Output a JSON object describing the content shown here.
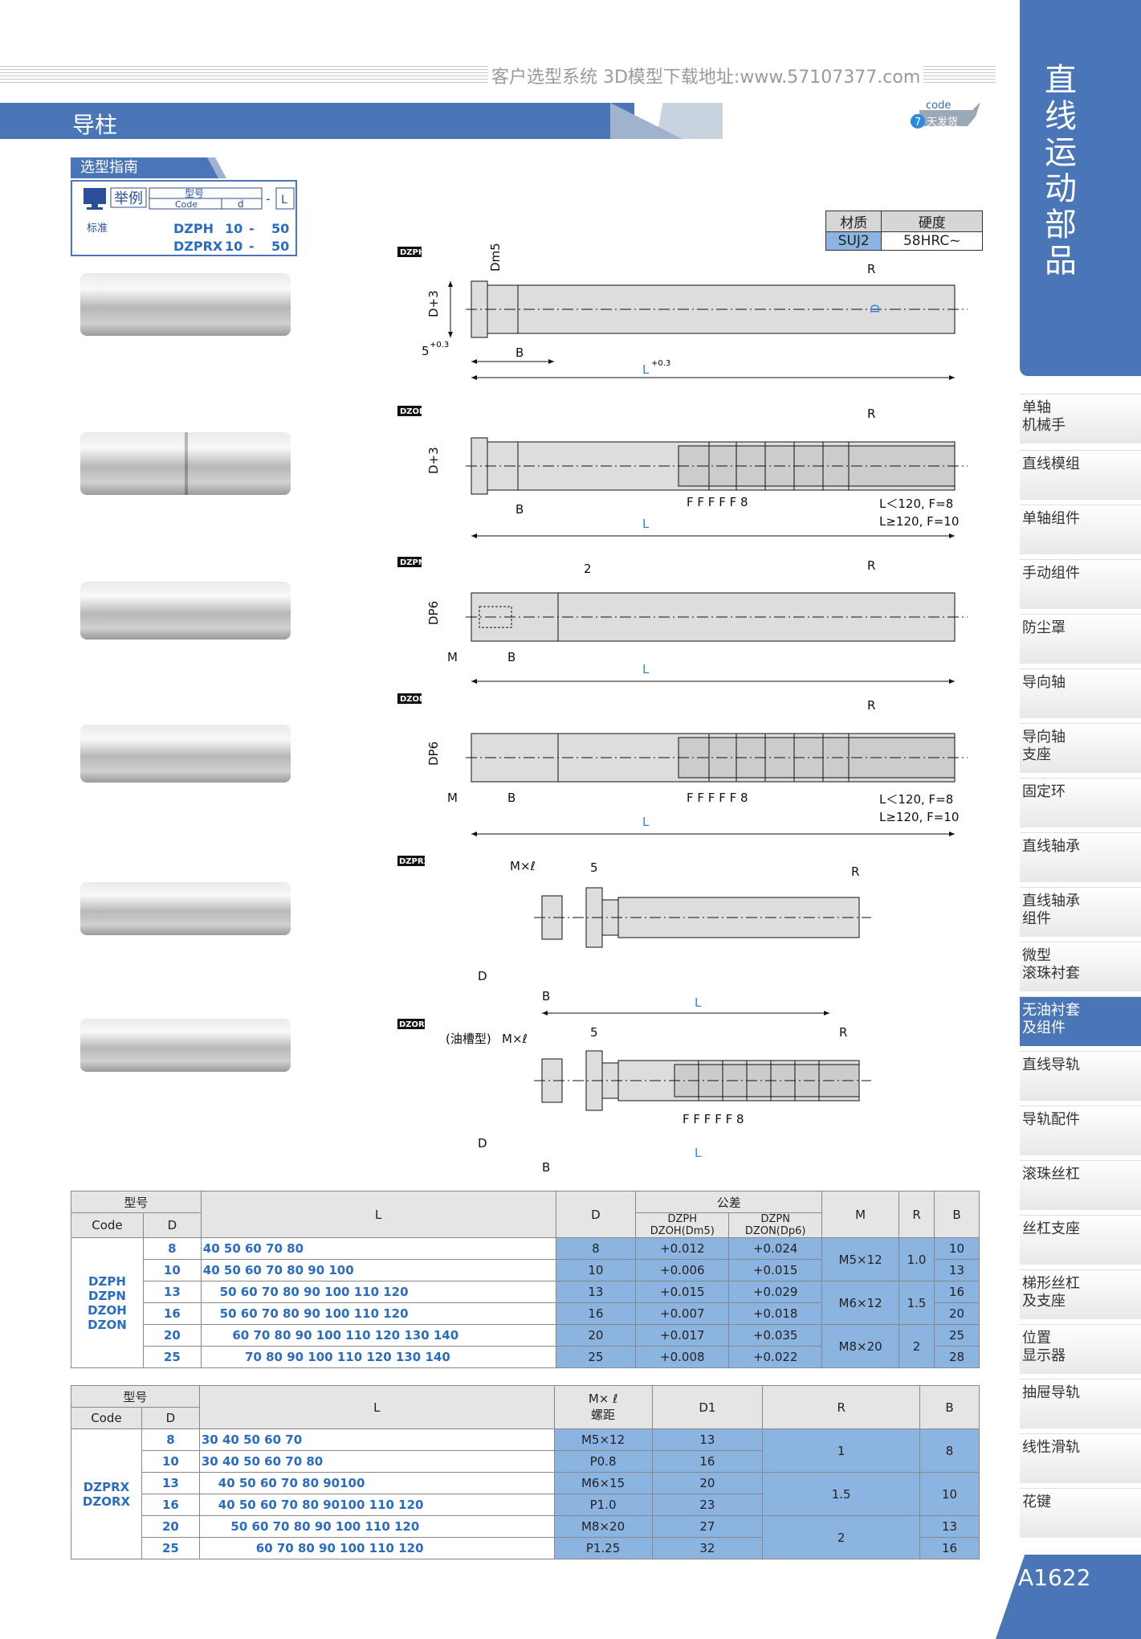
{
  "header_text": "客户选型系统  3D模型下载地址:www.57107377.com",
  "title": "导柱",
  "badge": {
    "code": "code",
    "days": "7",
    "text": "天发货"
  },
  "sidebar": {
    "title": "直线运动部品",
    "items": [
      {
        "label": "单轴\n机械手"
      },
      {
        "label": "直线模组"
      },
      {
        "label": "单轴组件"
      },
      {
        "label": "手动组件"
      },
      {
        "label": "防尘罩"
      },
      {
        "label": "导向轴"
      },
      {
        "label": "导向轴\n支座"
      },
      {
        "label": "固定环"
      },
      {
        "label": "直线轴承"
      },
      {
        "label": "直线轴承\n组件"
      },
      {
        "label": "微型\n滚珠衬套"
      },
      {
        "label": "无油衬套\n及组件"
      },
      {
        "label": "直线导轨"
      },
      {
        "label": "导轨配件"
      },
      {
        "label": "滚珠丝杠"
      },
      {
        "label": "丝杠支座"
      },
      {
        "label": "梯形丝杠\n及支座"
      },
      {
        "label": "位置\n显示器"
      },
      {
        "label": "抽屉导轨"
      },
      {
        "label": "线性滑轨"
      },
      {
        "label": "花键"
      }
    ],
    "active_index": 11
  },
  "page_number": "A1622",
  "guide": {
    "header": "选型指南",
    "example_label": "举例",
    "type_label": "型号",
    "code_label": "Code",
    "d_label": "d",
    "dash": "-",
    "l_label": "L",
    "std_label": "标准",
    "rows": [
      {
        "code": "DZPH",
        "d": "10",
        "dash": "-",
        "l": "50"
      },
      {
        "code": "DZPRX",
        "d": "10",
        "dash": "-",
        "l": "50"
      }
    ]
  },
  "material": {
    "headers": [
      "材质",
      "硬度"
    ],
    "values": [
      "SUJ2",
      "58HRC~"
    ]
  },
  "diagrams": {
    "labels": [
      "DZPH",
      "DZOH",
      "DZPN",
      "DZON",
      "DZPRX",
      "DZORX"
    ],
    "f_note_1": "L＜120, F=8",
    "f_note_2": "L≥120, F=10",
    "oil_groove": "(油槽型)"
  },
  "table1": {
    "h_type": "型号",
    "h_code": "Code",
    "h_d": "D",
    "h_l": "L",
    "h_dcol": "D",
    "h_tol": "公差",
    "h_tol1": "DZPH DZOH(Dm5)",
    "h_tol2": "DZPN DZON(Dp6)",
    "h_m": "M",
    "h_r": "R",
    "h_b": "B",
    "codes": "DZPH\nDZPN\nDZOH\nDZON",
    "rows": [
      {
        "d": "8",
        "l": "40 50 60 70 80",
        "dv": "8",
        "t1": "+0.012",
        "t2": "+0.024",
        "b": "10"
      },
      {
        "d": "10",
        "l": "40 50 60 70 80 90 100",
        "dv": "10",
        "t1": "+0.006",
        "t2": "+0.015",
        "b": "13"
      },
      {
        "d": "13",
        "l": "    50 60 70 80 90 100 110 120",
        "dv": "13",
        "t1": "+0.015",
        "t2": "+0.029",
        "b": "16"
      },
      {
        "d": "16",
        "l": "    50 60 70 80 90 100 110 120",
        "dv": "16",
        "t1": "+0.007",
        "t2": "+0.018",
        "b": "20"
      },
      {
        "d": "20",
        "l": "       60 70 80 90 100 110 120 130 140",
        "dv": "20",
        "t1": "+0.017",
        "t2": "+0.035",
        "b": "25"
      },
      {
        "d": "25",
        "l": "          70 80 90 100 110 120 130 140",
        "dv": "25",
        "t1": "+0.008",
        "t2": "+0.022",
        "b": "28"
      }
    ],
    "m": [
      "M5×12",
      "M6×12",
      "M8×20"
    ],
    "r": [
      "1.0",
      "1.5",
      "2"
    ]
  },
  "table2": {
    "h_type": "型号",
    "h_code": "Code",
    "h_d": "D",
    "h_l": "L",
    "h_m": "M× ℓ\n螺距",
    "h_d1": "D1",
    "h_r": "R",
    "h_b": "B",
    "codes": "DZPRX\nDZORX",
    "rows": [
      {
        "d": "8",
        "l": "30 40 50 60 70",
        "d1": "13"
      },
      {
        "d": "10",
        "l": "30 40 50 60 70 80",
        "d1": "16"
      },
      {
        "d": "13",
        "l": "    40 50 60 70 80 90100",
        "d1": "20"
      },
      {
        "d": "16",
        "l": "    40 50 60 70 80 90100 110 120",
        "d1": "23"
      },
      {
        "d": "20",
        "l": "       50 60 70 80 90 100 110 120",
        "d1": "27"
      },
      {
        "d": "25",
        "l": "             60 70 80 90 100 110 120",
        "d1": "32"
      }
    ],
    "m": [
      [
        "M5×12",
        "P0.8"
      ],
      [
        "M6×15",
        "P1.0"
      ],
      [
        "M8×20",
        "P1.25"
      ]
    ],
    "r": [
      "1",
      "1.5",
      "2"
    ],
    "b": [
      "8",
      "10",
      "13",
      "16"
    ]
  }
}
